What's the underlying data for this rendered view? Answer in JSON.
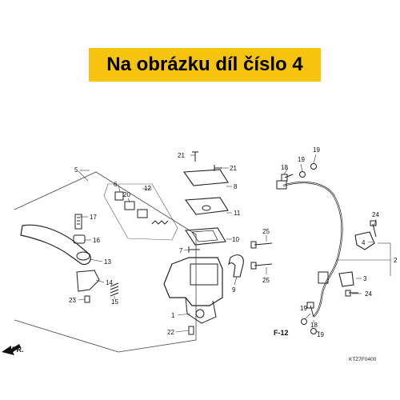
{
  "banner": {
    "text": "Na obrázku díl číslo 4",
    "color": "#f6c40e"
  },
  "diagram_code": "KTZ7F0400",
  "direction_label": "FR.",
  "section_ref": "F-12",
  "callouts": [
    "1",
    "2",
    "3",
    "4",
    "5",
    "6",
    "7",
    "8",
    "9",
    "10",
    "11",
    "12",
    "13",
    "14",
    "15",
    "16",
    "17",
    "18",
    "19",
    "20",
    "21",
    "22",
    "23",
    "24",
    "25"
  ],
  "icons": [
    "bolt-icon",
    "washer-icon",
    "front-arrow-icon"
  ]
}
